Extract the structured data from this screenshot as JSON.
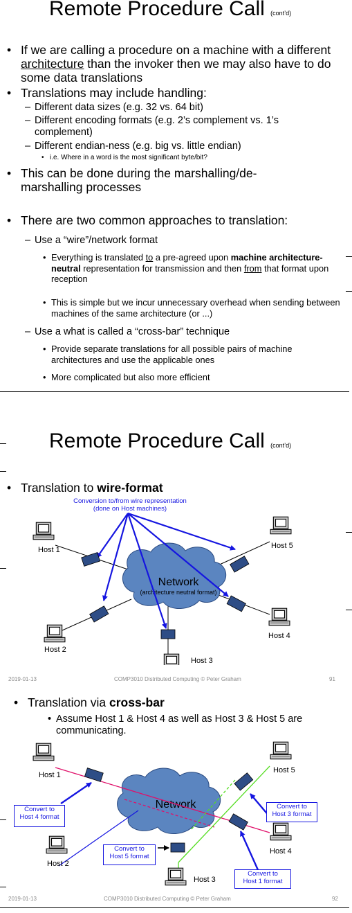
{
  "slide1": {
    "title": "Remote Procedure Call",
    "title_suffix": "(cont’d)",
    "bullet1_a": "If we are calling a procedure on a machine with a different ",
    "bullet1_u": "architecture",
    "bullet1_b": " than the invoker then we may also have to do some data translations",
    "bullet2": "Translations may include handling:",
    "sub1": "Different data sizes (e.g. 32 vs. 64 bit)",
    "sub2": "Different encoding formats (e.g. 2’s complement vs. 1’s complement)",
    "sub3": "Different endian-ness (e.g. big vs. little endian)",
    "sub3_note": "i.e. Where in a word is the most significant byte/bit?",
    "bullet3": "This can be done during the marshalling/de-marshalling processes",
    "bullet4": "There are two common approaches to translation:",
    "approach1": "Use a “wire”/network format",
    "a1_p1_a": "Everything is translated ",
    "a1_p1_to": "to",
    "a1_p1_b": " a pre-agreed upon ",
    "a1_p1_bold": "machine architecture-neutral",
    "a1_p1_c": " representation for transmission and then ",
    "a1_p1_from": "from",
    "a1_p1_d": " that format upon reception",
    "a1_p2": "This is simple but we incur unnecessary overhead when sending between machines of the same architecture (or ...)",
    "approach2": "Use a what is called a “cross-bar” technique",
    "a2_p1": "Provide separate translations for all possible pairs of machine architectures and use the applicable ones",
    "a2_p2": "More complicated but also more efficient"
  },
  "slide2": {
    "title": "Remote Procedure Call",
    "title_suffix": "(cont’d)",
    "bullet_a": "Translation to ",
    "bullet_bold": "wire-format",
    "caption_line1": "Conversion to/from wire representation",
    "caption_line2": "(done on Host machines)",
    "network_label": "Network",
    "network_sub": "(architecture neutral format)",
    "hosts": [
      "Host 1",
      "Host 5",
      "Host 2",
      "Host 4",
      "Host 3"
    ],
    "footer_date": "2019-01-13",
    "footer_course": "COMP3010 Distributed Computing © Peter Graham",
    "footer_page": "91"
  },
  "slide3": {
    "bullet_a": "Translation via ",
    "bullet_bold": "cross-bar",
    "sub": "Assume Host 1 & Host 4 as well as Host 3 & Host 5 are communicating.",
    "network_label": "Network",
    "hosts": [
      "Host 1",
      "Host 5",
      "Host 2",
      "Host 4",
      "Host 3"
    ],
    "conv_host1_a": "Convert to",
    "conv_host1_b": "Host 4 format",
    "conv_host5_a": "Convert to",
    "conv_host5_b": "Host 3 format",
    "conv_host2_a": "Convert to",
    "conv_host2_b": "Host 5 format",
    "conv_host4_a": "Convert to",
    "conv_host4_b": "Host 1 format",
    "footer_date": "2019-01-13",
    "footer_course": "COMP3010 Distributed Computing © Peter Graham",
    "footer_page": "92"
  },
  "colors": {
    "blue": "#1515e0",
    "cloud": "#5b85c0",
    "crossbar_red": "#e0106a",
    "crossbar_green": "#55dd22"
  }
}
